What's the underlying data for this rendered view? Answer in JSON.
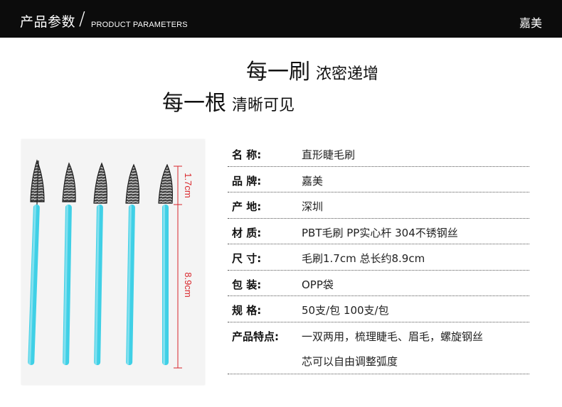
{
  "header": {
    "title_cn": "产品参数",
    "slash": "/",
    "title_en": "PRODUCT PARAMETERS",
    "brand": "嘉美"
  },
  "slogans": [
    {
      "big": "每一刷",
      "small": "浓密递增"
    },
    {
      "big": "每一根",
      "small": "清晰可见"
    }
  ],
  "photo": {
    "measure_head": "1.7cm",
    "measure_total": "8.9cm",
    "handle_color": "#3fd0e6",
    "measure_color": "#d9262b"
  },
  "specs": [
    {
      "label": "名 称:",
      "value": "直形睫毛刷"
    },
    {
      "label": "品 牌:",
      "value": "嘉美"
    },
    {
      "label": "产 地:",
      "value": "深圳"
    },
    {
      "label": "材 质:",
      "value": "PBT毛刷  PP实心杆  304不锈钢丝"
    },
    {
      "label": "尺 寸:",
      "value": "毛刷1.7cm 总长约8.9cm"
    },
    {
      "label": "包 装:",
      "value": "OPP袋"
    },
    {
      "label": "规 格:",
      "value": "50支/包  100支/包"
    },
    {
      "label": "产品特点:",
      "value": "一双两用，梳理睫毛、眉毛，螺旋钢丝",
      "value2": "芯可以自由调整弧度"
    }
  ]
}
